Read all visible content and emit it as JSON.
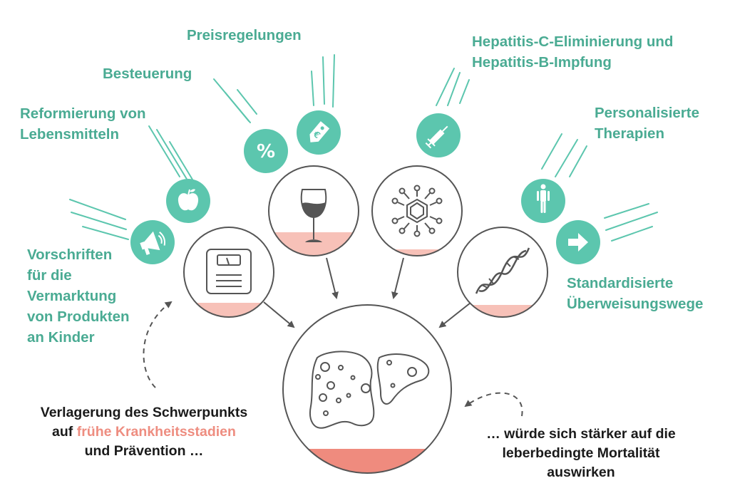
{
  "colors": {
    "teal": "#5cc6ae",
    "teal_text": "#4aab93",
    "pink_fill": "#f7c1b8",
    "salmon_fill": "#ef8b7e",
    "salmon_text": "#ee8d80",
    "outline": "#555555",
    "text_dark": "#1a1a1a"
  },
  "policy_labels": {
    "preisregelungen": "Preisregelungen",
    "besteuerung": "Besteuerung",
    "reformierung": [
      "Reformierung von",
      "Lebensmitteln"
    ],
    "vorschriften": [
      "Vorschriften",
      "für die",
      "Vermarktung",
      "von Produkten",
      "an Kinder"
    ],
    "hepatitis": [
      "Hepatitis-C-Eliminierung und",
      "Hepatitis-B-Impfung"
    ],
    "personalisierte": [
      "Personalisierte",
      "Therapien"
    ],
    "standardisierte": [
      "Standardisierte",
      "Überweisungswege"
    ]
  },
  "badge_icons": [
    "percent-icon",
    "price-tag-euro-icon",
    "apple-icon",
    "megaphone-icon",
    "syringe-icon",
    "human-body-icon",
    "arrow-right-icon"
  ],
  "risk_factor_icons": [
    "weight-scale-icon",
    "wine-glass-icon",
    "virus-icon",
    "dna-icon"
  ],
  "center_icon": "liver-icon",
  "bottom_left": {
    "before": "Verlagerung des Schwerpunkts",
    "auf": "auf ",
    "highlight": "frühe Krankheitsstadien",
    "line3": "und Prävention …"
  },
  "bottom_right": [
    "… würde sich stärker auf die",
    "leberbedingte Mortalität",
    "auswirken"
  ]
}
